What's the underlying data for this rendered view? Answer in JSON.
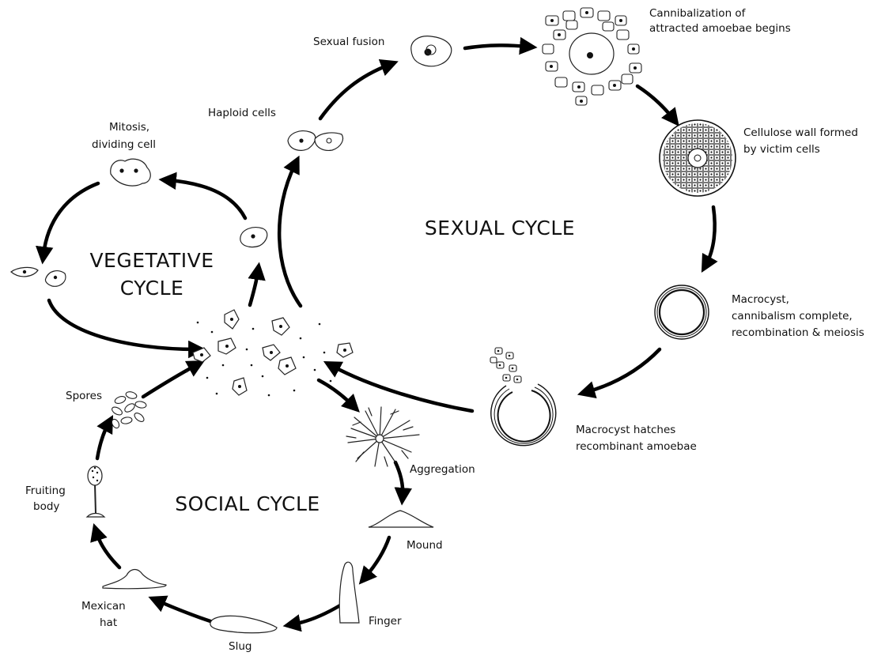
{
  "titles": {
    "vegetative_line1": "VEGETATIVE",
    "vegetative_line2": "CYCLE",
    "sexual": "SEXUAL CYCLE",
    "social": "SOCIAL CYCLE"
  },
  "labels": {
    "sexual_fusion": "Sexual fusion",
    "cannibalization_line1": "Cannibalization of",
    "cannibalization_line2": "attracted amoebae begins",
    "haploid_cells": "Haploid cells",
    "mitosis_line1": "Mitosis,",
    "mitosis_line2": "dividing cell",
    "cellulose_line1": "Cellulose wall formed",
    "cellulose_line2": "by victim cells",
    "macrocyst_line1": "Macrocyst,",
    "macrocyst_line2": "cannibalism complete,",
    "macrocyst_line3": "recombination & meiosis",
    "hatches_line1": "Macrocyst hatches",
    "hatches_line2": "recombinant amoebae",
    "spores": "Spores",
    "aggregation": "Aggregation",
    "fruiting_line1": "Fruiting",
    "fruiting_line2": "body",
    "mound": "Mound",
    "finger": "Finger",
    "mexican_line1": "Mexican",
    "mexican_line2": "hat",
    "slug": "Slug"
  }
}
